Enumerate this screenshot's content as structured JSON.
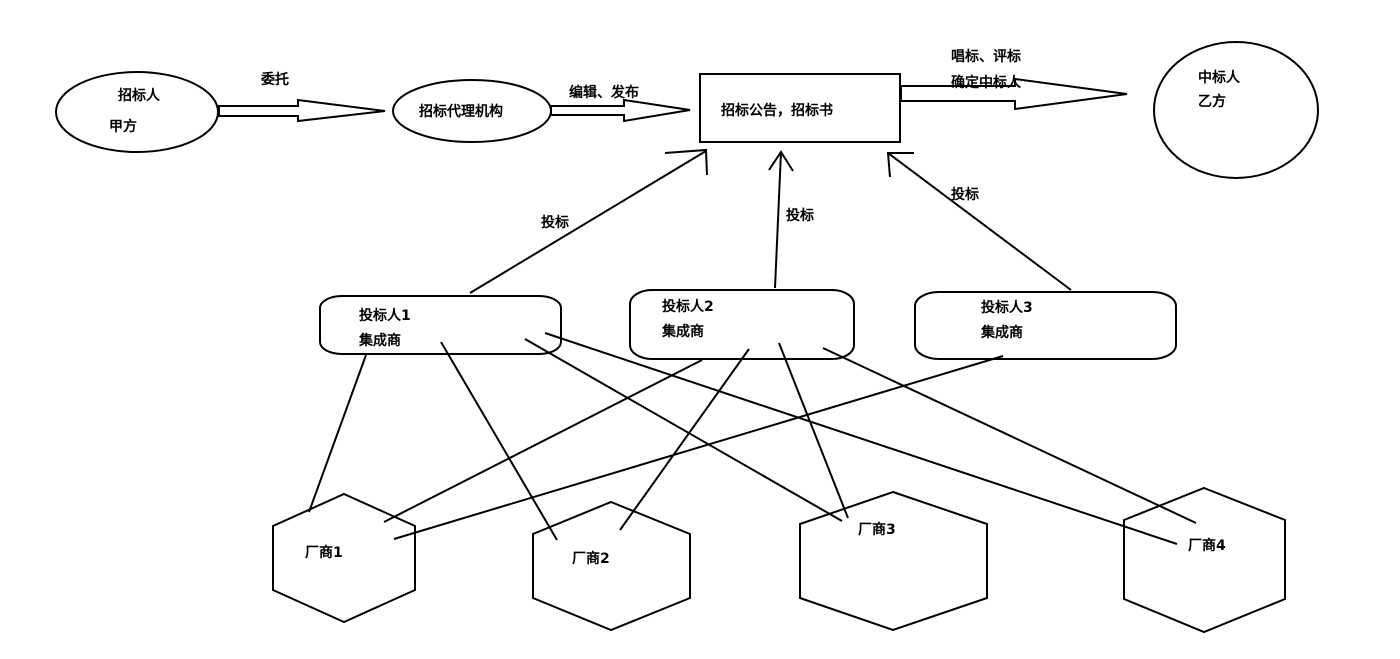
{
  "nodes": {
    "tenderer": {
      "line1": "招标人",
      "line2": "甲方"
    },
    "agency": {
      "label": "招标代理机构"
    },
    "notice": {
      "label": "招标公告，招标书"
    },
    "winner": {
      "line1": "中标人",
      "line2": "乙方"
    },
    "bidder1": {
      "line1": "投标人1",
      "line2": "集成商"
    },
    "bidder2": {
      "line1": "投标人2",
      "line2": "集成商"
    },
    "bidder3": {
      "line1": "投标人3",
      "line2": "集成商"
    },
    "vendor1": {
      "label": "厂商1"
    },
    "vendor2": {
      "label": "厂商2"
    },
    "vendor3": {
      "label": "厂商3"
    },
    "vendor4": {
      "label": "厂商4"
    }
  },
  "edges": {
    "entrust": "委托",
    "edit_publish": "编辑、发布",
    "open_eval_line1": "唱标、评标",
    "open_eval_line2": "确定中标人",
    "bid1": "投标",
    "bid2": "投标",
    "bid3": "投标"
  }
}
